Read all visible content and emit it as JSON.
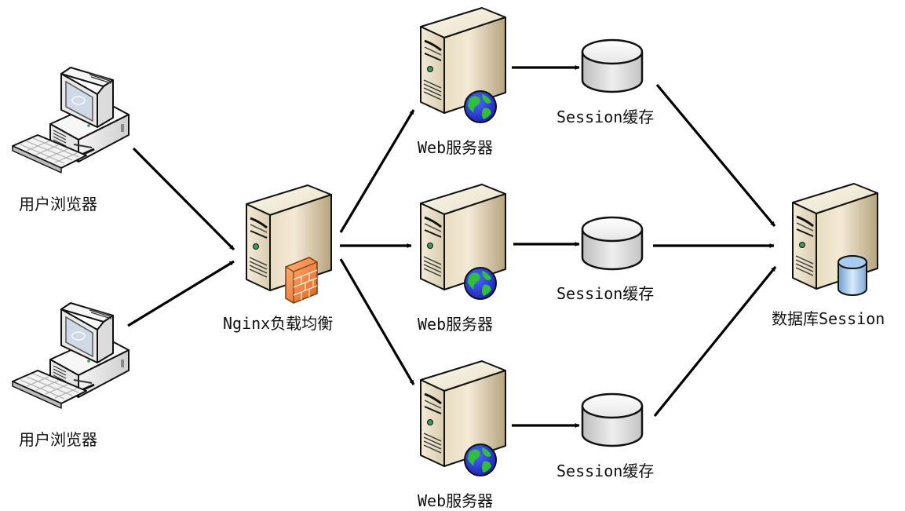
{
  "diagram": {
    "type": "architecture",
    "nodes": [
      {
        "id": "browser1",
        "label": "用户浏览器",
        "icon": "desktop-computer-icon"
      },
      {
        "id": "browser2",
        "label": "用户浏览器",
        "icon": "desktop-computer-icon"
      },
      {
        "id": "nginx",
        "label": "Nginx负载均衡",
        "icon": "server-firewall-icon"
      },
      {
        "id": "web1",
        "label": "Web服务器",
        "icon": "server-globe-icon"
      },
      {
        "id": "web2",
        "label": "Web服务器",
        "icon": "server-globe-icon"
      },
      {
        "id": "web3",
        "label": "Web服务器",
        "icon": "server-globe-icon"
      },
      {
        "id": "cache1",
        "label": "Session缓存",
        "icon": "cylinder-cache-icon"
      },
      {
        "id": "cache2",
        "label": "Session缓存",
        "icon": "cylinder-cache-icon"
      },
      {
        "id": "cache3",
        "label": "Session缓存",
        "icon": "cylinder-cache-icon"
      },
      {
        "id": "db",
        "label": "数据库Session",
        "icon": "server-database-icon"
      }
    ],
    "edges": [
      {
        "from": "browser1",
        "to": "nginx"
      },
      {
        "from": "browser2",
        "to": "nginx"
      },
      {
        "from": "nginx",
        "to": "web1"
      },
      {
        "from": "nginx",
        "to": "web2"
      },
      {
        "from": "nginx",
        "to": "web3"
      },
      {
        "from": "web1",
        "to": "cache1"
      },
      {
        "from": "web2",
        "to": "cache2"
      },
      {
        "from": "web3",
        "to": "cache3"
      },
      {
        "from": "cache1",
        "to": "db"
      },
      {
        "from": "cache2",
        "to": "db"
      },
      {
        "from": "cache3",
        "to": "db"
      }
    ]
  },
  "colors": {
    "arrow": "#000000",
    "server_beige": "#d8cbb0",
    "globe_blue": "#2a3fd8",
    "globe_green": "#2fbf3a",
    "firewall_orange": "#f07a30",
    "cache_gray": "#d6d6d6",
    "db_blue": "#8fb8e0"
  }
}
